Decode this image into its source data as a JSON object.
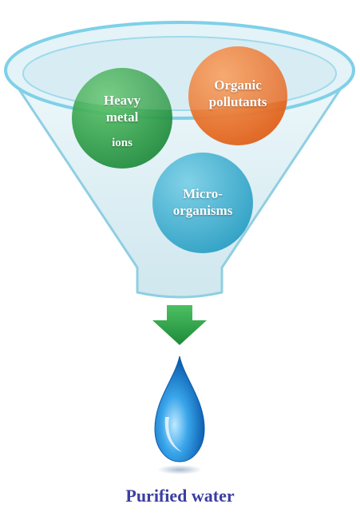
{
  "bubbles": [
    {
      "lines": [
        "Heavy",
        "metal"
      ],
      "extra": "ions",
      "color": "#2fa24a"
    },
    {
      "lines": [
        "Organic",
        "pollutants"
      ],
      "color": "#ee7428"
    },
    {
      "lines": [
        "Micro-",
        "organisms"
      ],
      "color": "#3fb4d4"
    }
  ],
  "caption": "Purified water",
  "colors": {
    "funnel_rim": "#7fd0e8",
    "funnel_glass": "#d8eef4",
    "arrow": "#2fa24a",
    "drop": "#1e88d6",
    "caption": "#3a3fa0"
  }
}
